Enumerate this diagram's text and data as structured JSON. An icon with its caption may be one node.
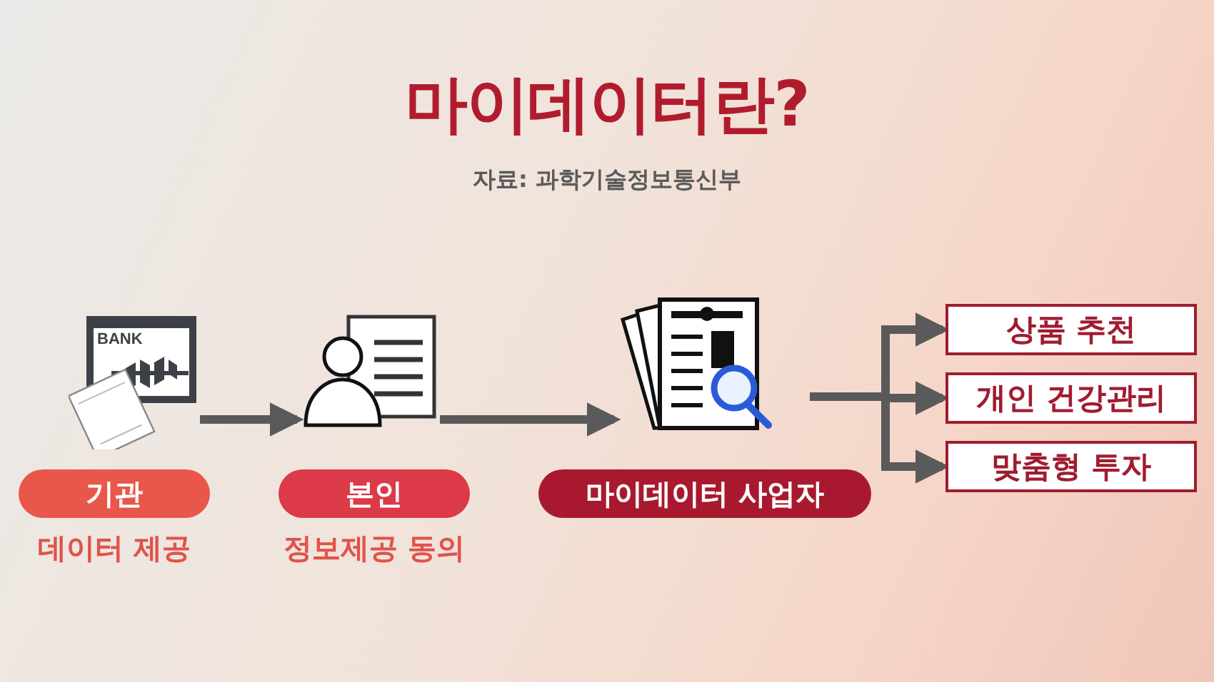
{
  "diagram": {
    "title": "마이데이터란?",
    "nodes": [
      {
        "text": [],
        "shape": "picture"
      },
      {
        "text": [],
        "shape": "picture"
      },
      {
        "text": [],
        "shape": "picture"
      },
      {
        "text": [
          "기관"
        ],
        "beside": [
          "데이터 제공"
        ]
      },
      {
        "text": [
          "본인"
        ],
        "beside": [
          "정보제공 동의"
        ]
      },
      {
        "text": [
          "마이데이터 사업자"
        ]
      },
      {
        "text": [
          "상품 추천"
        ]
      },
      {
        "text": [
          "개인 건강관리"
        ]
      },
      {
        "text": [
          "맞춤형 투자"
        ]
      }
    ],
    "edges": [
      {
        "from": 0,
        "to": 1,
        "arrow": "to"
      },
      {
        "from": 1,
        "to": 2,
        "arrow": "to"
      },
      {
        "from": 2,
        "to": 6,
        "arrow": "to"
      },
      {
        "from": 2,
        "to": 7,
        "arrow": "to"
      },
      {
        "from": 2,
        "to": 8,
        "arrow": "to"
      }
    ],
    "labels": [
      "자료: 과학기술정보통신부",
      "BANK"
    ]
  }
}
